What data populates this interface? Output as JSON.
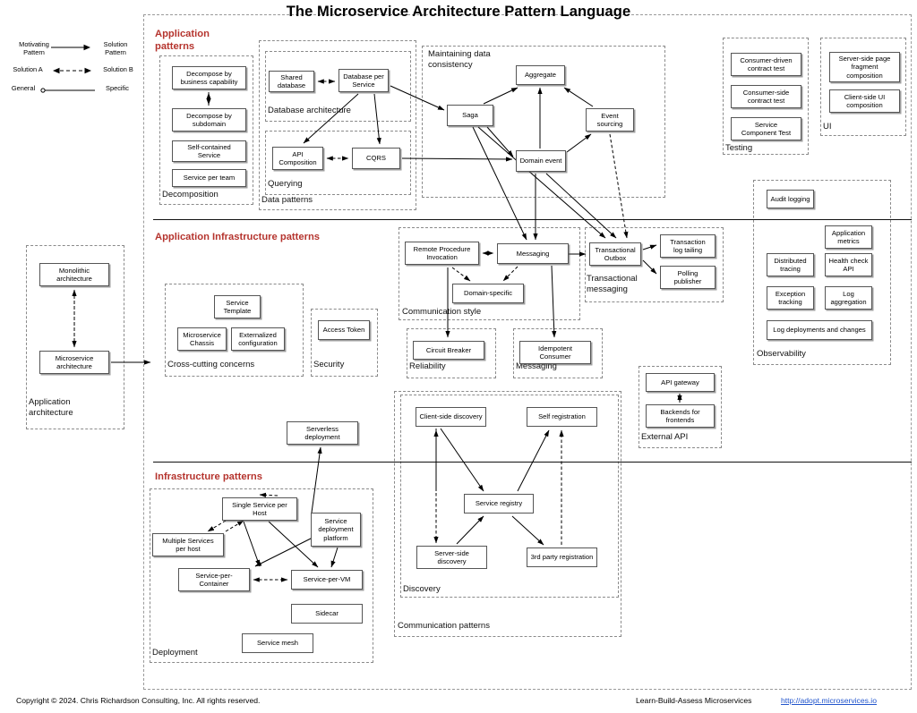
{
  "title": "The Microservice Architecture Pattern Language",
  "legend": {
    "row1_from": "Motivating\nPattern",
    "row1_to": "Solution\nPattern",
    "row2_from": "Solution A",
    "row2_to": "Solution B",
    "row3_from": "General",
    "row3_to": "Specific"
  },
  "sections": {
    "application_patterns": "Application\npatterns",
    "application_infrastructure_patterns": "Application Infrastructure patterns",
    "infrastructure_patterns": "Infrastructure patterns"
  },
  "groups": {
    "decomposition": "Decomposition",
    "data_patterns": "Data patterns",
    "database_architecture": "Database architecture",
    "querying": "Querying",
    "maintaining_data_consistency": "Maintaining data\nconsistency",
    "testing": "Testing",
    "ui": "UI",
    "observability": "Observability",
    "application_architecture": "Application\narchitecture",
    "cross_cutting_concerns": "Cross-cutting concerns",
    "security": "Security",
    "communication_style": "Communication style",
    "transactional_messaging": "Transactional\nmessaging",
    "reliability": "Reliability",
    "messaging": "Messaging",
    "external_api": "External API",
    "deployment": "Deployment",
    "discovery": "Discovery",
    "communication_patterns": "Communication patterns"
  },
  "patterns": {
    "decompose_by_business_capability": "Decompose by\nbusiness capability",
    "decompose_by_subdomain": "Decompose by\nsubdomain",
    "self_contained_service": "Self-contained\nService",
    "service_per_team": "Service per team",
    "shared_database": "Shared\ndatabase",
    "database_per_service": "Database per\nService",
    "api_composition": "API\nComposition",
    "cqrs": "CQRS",
    "saga": "Saga",
    "aggregate": "Aggregate",
    "domain_event": "Domain event",
    "event_sourcing": "Event\nsourcing",
    "consumer_driven_contract_test": "Consumer-driven\ncontract test",
    "consumer_side_contract_test": "Consumer-side\ncontract test",
    "service_component_test": "Service\nComponent Test",
    "server_side_page_fragment_composition": "Server-side page\nfragment\ncomposition",
    "client_side_ui_composition": "Client-side  UI\ncomposition",
    "audit_logging": "Audit logging",
    "application_metrics": "Application\nmetrics",
    "distributed_tracing": "Distributed\ntracing",
    "health_check_api": "Health check\nAPI",
    "exception_tracking": "Exception\ntracking",
    "log_aggregation": "Log\naggregation",
    "log_deployments_and_changes": "Log deployments and changes",
    "monolithic_architecture": "Monolithic\narchitecture",
    "microservice_architecture": "Microservice\narchitecture",
    "service_template": "Service\nTemplate",
    "microservice_chassis": "Microservice\nChassis",
    "externalized_configuration": "Externalized\nconfiguration",
    "access_token": "Access Token",
    "remote_procedure_invocation": "Remote Procedure\nInvocation",
    "messaging_pattern": "Messaging",
    "domain_specific": "Domain-specific",
    "transactional_outbox": "Transactional\nOutbox",
    "transaction_log_tailing": "Transaction\nlog tailing",
    "polling_publisher": "Polling\npublisher",
    "circuit_breaker": "Circuit Breaker",
    "idempotent_consumer": "Idempotent\nConsumer",
    "api_gateway": "API gateway",
    "backends_for_frontends": "Backends for\nfrontends",
    "serverless_deployment": "Serverless\ndeployment",
    "single_service_per_host": "Single Service per\nHost",
    "multiple_services_per_host": "Multiple Services\nper host",
    "service_deployment_platform": "Service\ndeployment\nplatform",
    "service_per_container": "Service-per-\nContainer",
    "service_per_vm": "Service-per-VM",
    "sidecar": "Sidecar",
    "service_mesh": "Service mesh",
    "client_side_discovery": "Client-side discovery",
    "self_registration": "Self registration",
    "service_registry": "Service registry",
    "server_side_discovery": "Server-side\ndiscovery",
    "third_party_registration": "3rd party registration"
  },
  "footer": {
    "copyright": "Copyright © 2024. Chris Richardson Consulting, Inc. All rights reserved.",
    "tagline": "Learn-Build-Assess Microservices",
    "link": "http://adopt.microservices.io"
  },
  "colors": {
    "section_heading": "#b5342e",
    "link": "#2255cc",
    "box_border": "#555555",
    "group_border": "#8a8a8a"
  }
}
